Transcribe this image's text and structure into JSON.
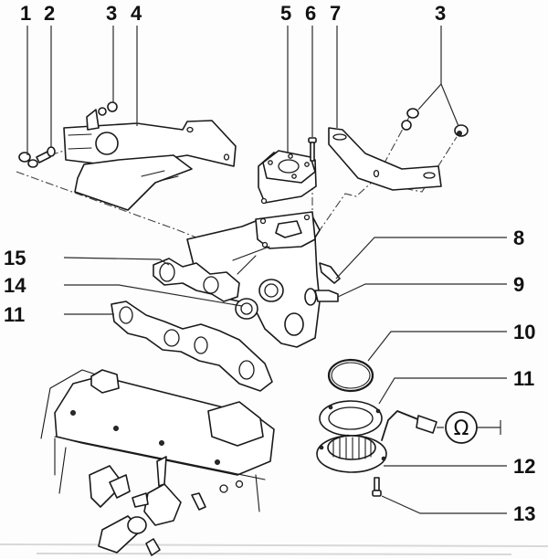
{
  "diagram": {
    "type": "exploded-parts-diagram",
    "subject": "intake manifold assembly with heater element",
    "callouts": [
      {
        "id": "c1",
        "label": "1"
      },
      {
        "id": "c2",
        "label": "2"
      },
      {
        "id": "c3a",
        "label": "3"
      },
      {
        "id": "c4",
        "label": "4"
      },
      {
        "id": "c5",
        "label": "5"
      },
      {
        "id": "c6",
        "label": "6"
      },
      {
        "id": "c7",
        "label": "7"
      },
      {
        "id": "c3b",
        "label": "3"
      },
      {
        "id": "c8",
        "label": "8"
      },
      {
        "id": "c9",
        "label": "9"
      },
      {
        "id": "c10",
        "label": "10"
      },
      {
        "id": "c11b",
        "label": "11"
      },
      {
        "id": "c12",
        "label": "12"
      },
      {
        "id": "c13",
        "label": "13"
      },
      {
        "id": "c15",
        "label": "15"
      },
      {
        "id": "c14",
        "label": "14"
      },
      {
        "id": "c11a",
        "label": "11"
      }
    ],
    "symbols": {
      "ohm": "Ω"
    },
    "icons": {
      "ohmmeter": "ohmmeter-icon"
    }
  }
}
